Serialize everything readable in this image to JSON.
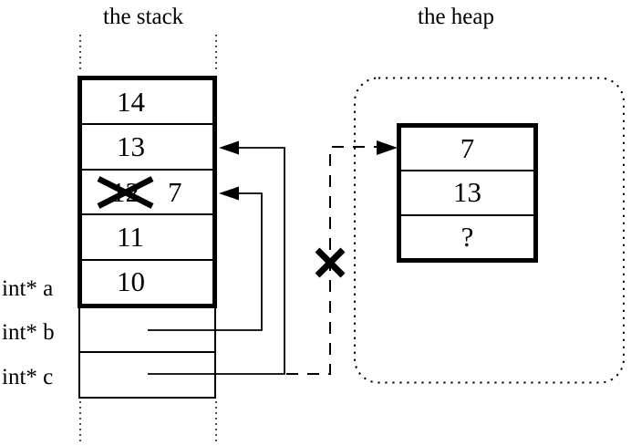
{
  "colors": {
    "ink": "#000000",
    "paper": "#ffffff"
  },
  "stack": {
    "title": "the stack",
    "frame_cells": [
      {
        "value": "14"
      },
      {
        "value": "13"
      },
      {
        "old_value": "12",
        "new_value": "7",
        "crossed_out": true
      },
      {
        "value": "11"
      },
      {
        "value": "10"
      }
    ],
    "pointer_labels": {
      "a": "int* a",
      "b": "int* b",
      "c": "int* c"
    }
  },
  "heap": {
    "title": "the heap",
    "block_cells": [
      {
        "value": "7"
      },
      {
        "value": "13"
      },
      {
        "value": "?"
      }
    ]
  },
  "icons": {
    "crossed_out_value": "x-cross-out",
    "dangling_pointer": "x-cross-out"
  }
}
